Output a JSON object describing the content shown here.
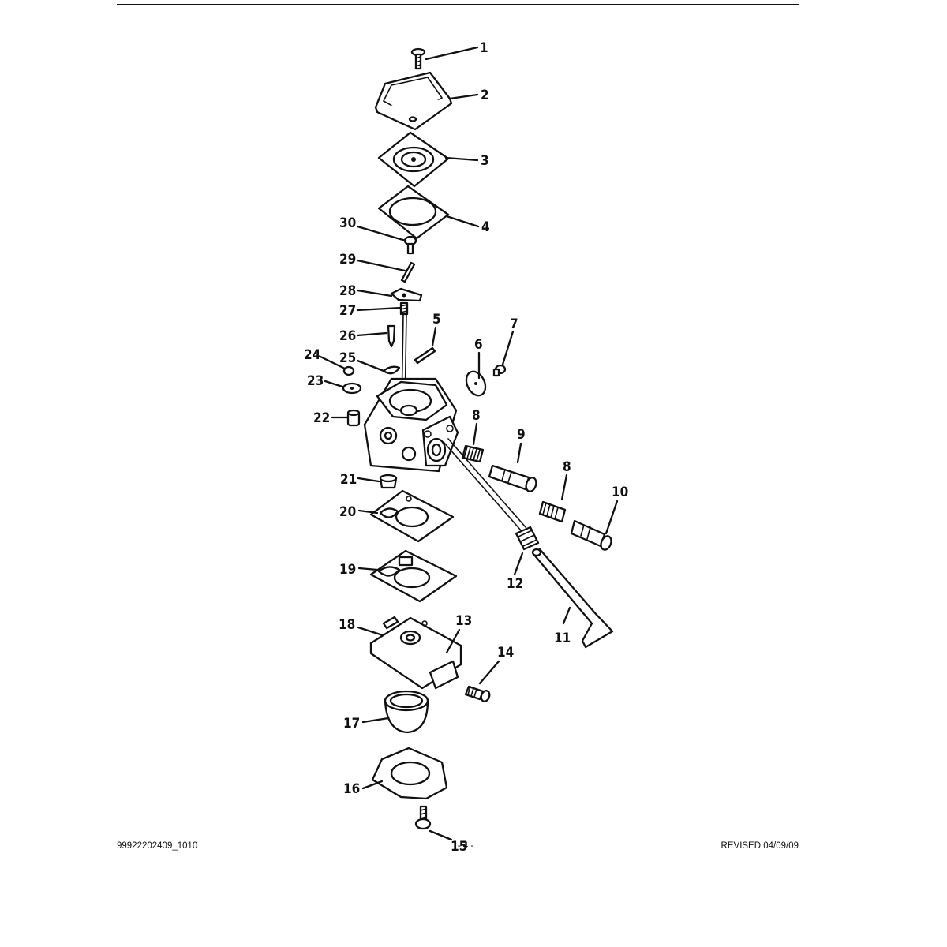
{
  "footer": {
    "doc_number": "99922202409_1010",
    "page": "- 4 -",
    "revision": "REVISED 04/09/09"
  },
  "diagram": {
    "callouts": [
      "1",
      "2",
      "3",
      "4",
      "5",
      "6",
      "7",
      "8",
      "8",
      "9",
      "10",
      "11",
      "12",
      "13",
      "14",
      "15",
      "16",
      "17",
      "18",
      "19",
      "20",
      "21",
      "22",
      "23",
      "24",
      "25",
      "26",
      "27",
      "28",
      "29",
      "30"
    ]
  }
}
